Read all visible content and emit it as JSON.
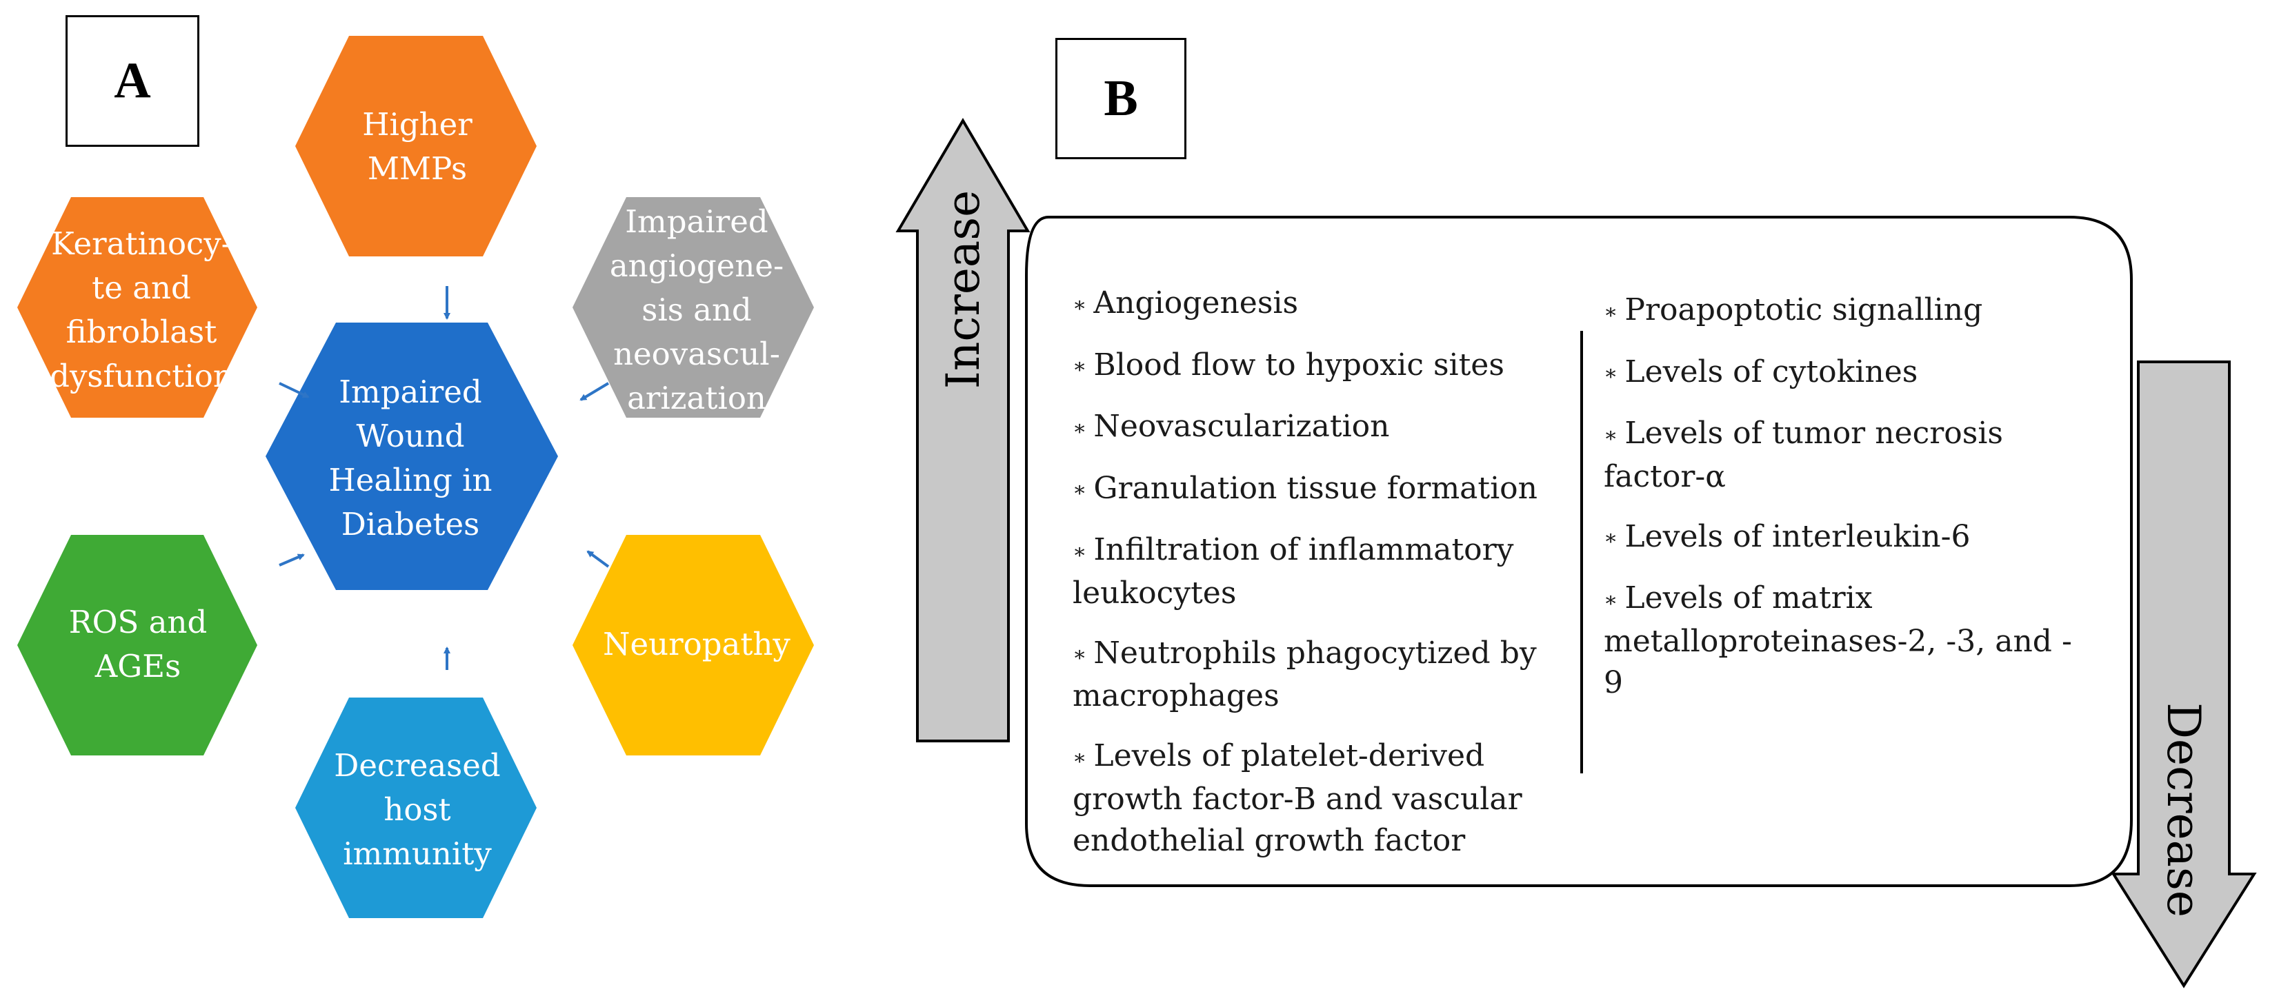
{
  "panel_a": {
    "label": "A",
    "center": {
      "text": "Impaired\nWound\nHealing in\nDiabetes",
      "color": "#1f6fca"
    },
    "hexagons": [
      {
        "text": "Higher\nMMPs",
        "color": "#f47c20"
      },
      {
        "text": "Keratinocy-\nte and\nfibroblast\ndysfunction",
        "color": "#f47c20"
      },
      {
        "text": "Impaired\nangiogene-\nsis and\nneovascul-\narization",
        "color": "#a5a5a5"
      },
      {
        "text": "ROS and\nAGEs",
        "color": "#3faa35"
      },
      {
        "text": "Neuropathy",
        "color": "#ffbf00"
      },
      {
        "text": "Decreased\nhost\nimmunity",
        "color": "#1e9ad6"
      }
    ],
    "arrow_color": "#2e75c6"
  },
  "panel_b": {
    "label": "B",
    "increase_label": "Increase",
    "decrease_label": "Decrease",
    "increase_items": [
      "Angiogenesis",
      "Blood flow to hypoxic sites",
      "Neovascularization",
      "Granulation tissue formation",
      "Infiltration of inflammatory\nleukocytes",
      "Neutrophils phagocytized by\nmacrophages",
      "Levels of platelet-derived\ngrowth factor-B and vascular\nendothelial growth factor"
    ],
    "decrease_items": [
      "Proapoptotic signalling",
      "Levels of cytokines",
      "Levels of tumor necrosis\nfactor-α",
      "Levels of interleukin-6",
      "Levels of matrix\nmetalloproteinases-2, -3, and -\n9"
    ],
    "bullet_symbol": "∗",
    "arrow_fill": "#c8c8c8"
  }
}
